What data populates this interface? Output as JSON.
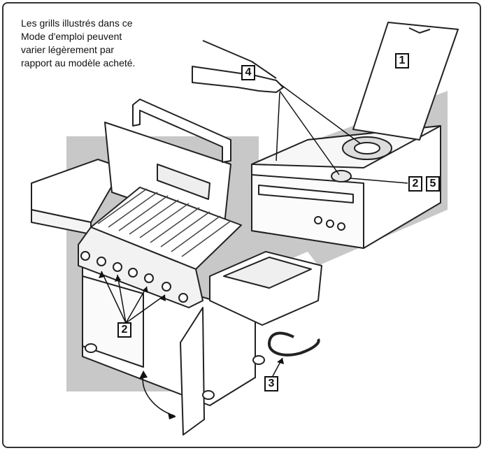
{
  "caption": {
    "line1": "Les grills illustrés dans ce",
    "line2": "Mode d'emploi peuvent",
    "line3": "varier légèrement par",
    "line4": "rapport au modèle acheté."
  },
  "callouts": {
    "lid": "1",
    "burner_a": "2",
    "burner_b": "5",
    "regulator_hose": "3",
    "ignition_hand": "4",
    "knobs": "2"
  },
  "colors": {
    "shadow": "#c8c8c8",
    "outline": "#222222",
    "frame": "#333333"
  }
}
